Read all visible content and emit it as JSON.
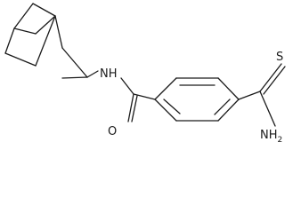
{
  "molecule": {
    "atoms": {
      "s": "S",
      "nh2_main": "NH",
      "nh2_sub": "2",
      "nh": "NH",
      "o": "O"
    }
  }
}
